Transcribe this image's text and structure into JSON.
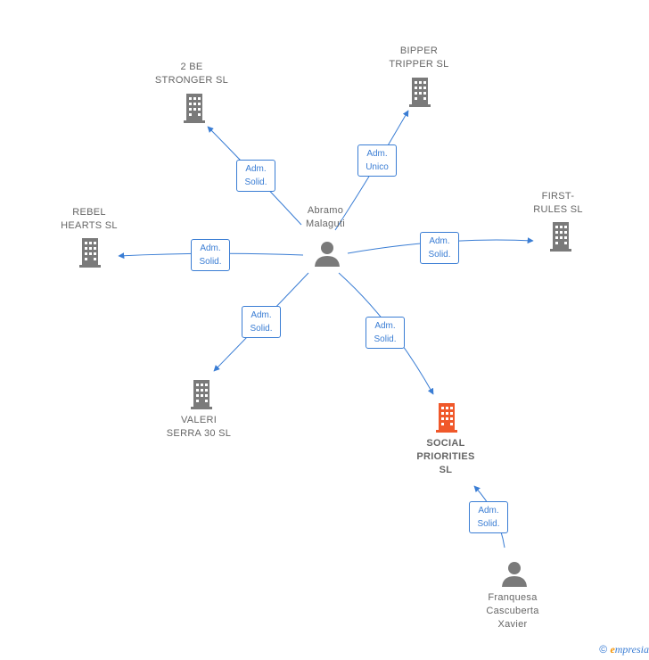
{
  "colors": {
    "edge": "#3a7dd4",
    "company": "#7a7a7a",
    "focus_company": "#f0582a",
    "person": "#7a7a7a"
  },
  "nodes": {
    "center_person": {
      "label": "Abramo\nMalaguti",
      "icon": "person-icon"
    },
    "c_2be": {
      "label": "2 BE\nSTRONGER  SL",
      "icon": "building-icon"
    },
    "c_bipper": {
      "label": "BIPPER\nTRIPPER  SL",
      "icon": "building-icon"
    },
    "c_first": {
      "label": "FIRST-\nRULES  SL",
      "icon": "building-icon"
    },
    "c_rebel": {
      "label": "REBEL\nHEARTS  SL",
      "icon": "building-icon"
    },
    "c_valeri": {
      "label": "VALERI\nSERRA 30  SL",
      "icon": "building-icon"
    },
    "c_social": {
      "label": "SOCIAL\nPRIORITIES\nSL",
      "icon": "building-icon"
    },
    "p_franquesa": {
      "label": "Franquesa\nCascuberta\nXavier",
      "icon": "person-icon"
    }
  },
  "edges": {
    "e_2be": {
      "label": "Adm.\nSolid."
    },
    "e_bipper": {
      "label": "Adm.\nUnico"
    },
    "e_first": {
      "label": "Adm.\nSolid."
    },
    "e_rebel": {
      "label": "Adm.\nSolid."
    },
    "e_valeri": {
      "label": "Adm.\nSolid."
    },
    "e_social": {
      "label": "Adm.\nSolid."
    },
    "e_franquesa": {
      "label": "Adm.\nSolid."
    }
  },
  "footer": {
    "copyright_symbol": "©",
    "brand_initial": "e",
    "brand_rest": "mpresia"
  }
}
